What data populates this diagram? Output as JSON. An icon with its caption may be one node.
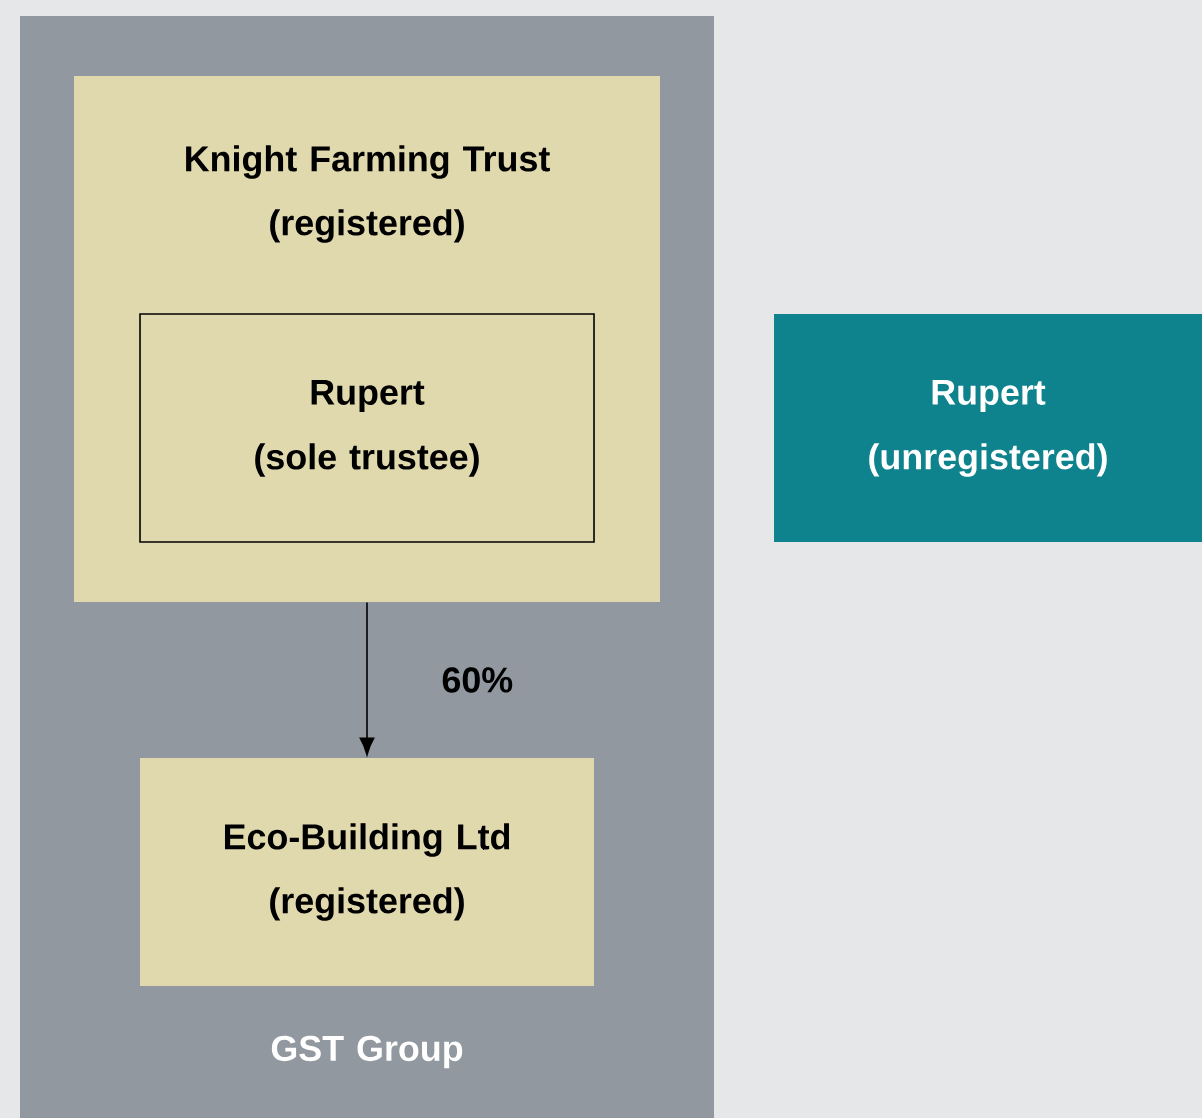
{
  "diagram": {
    "nodes": [
      {
        "text": [
          "GST Group"
        ]
      },
      {
        "text": [
          "Knight Farming Trust",
          "(registered)"
        ],
        "in": 0
      },
      {
        "text": [
          "Rupert",
          "(sole trustee)"
        ],
        "in": 1
      },
      {
        "text": [
          "Eco-Building Ltd",
          "(registered)"
        ],
        "in": 0
      },
      {
        "text": [
          "Rupert",
          "(unregistered)"
        ]
      }
    ],
    "edges": [
      {
        "from": 1,
        "to": 3,
        "arrow": "to",
        "label": "60%"
      }
    ]
  }
}
